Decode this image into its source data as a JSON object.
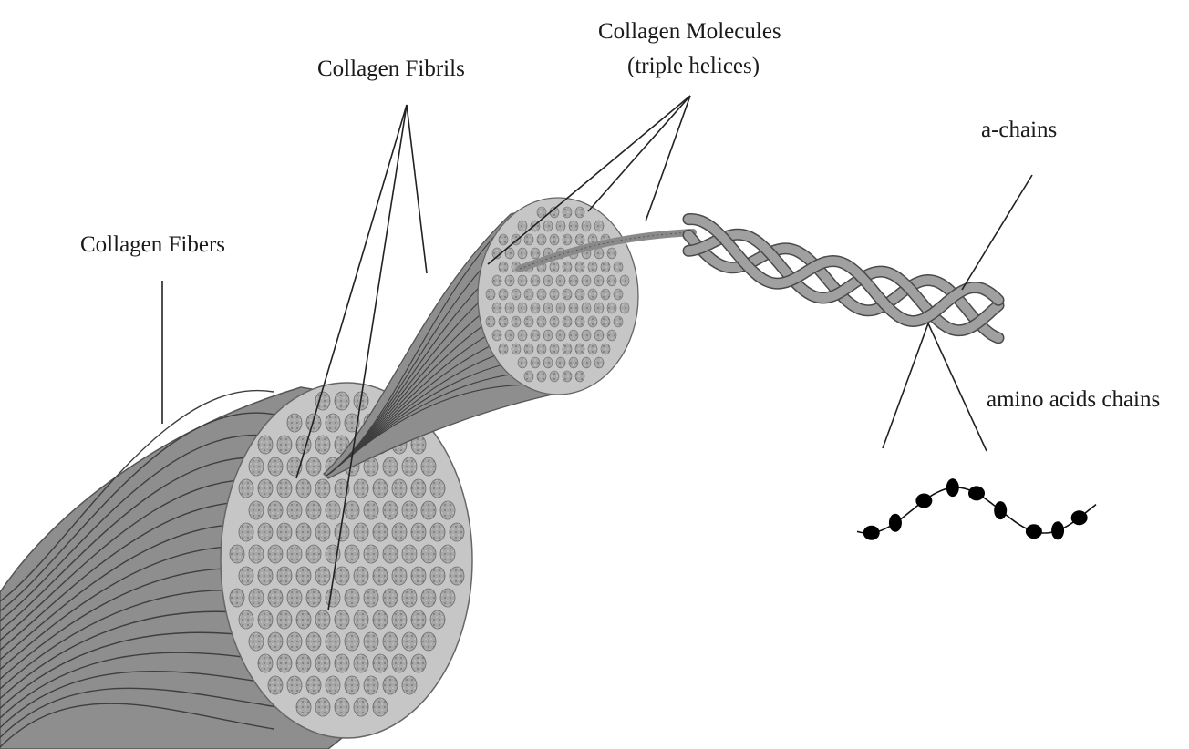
{
  "labels": {
    "collagen_fibers": "Collagen Fibers",
    "collagen_fibrils": "Collagen Fibrils",
    "collagen_molecules_line1": "Collagen Molecules",
    "collagen_molecules_line2": "(triple helices)",
    "a_chains": "a-chains",
    "amino_acids_chains": "amino acids chains"
  },
  "colors": {
    "fiber_body": "#8e8e8e",
    "fiber_face": "#c4c4c4",
    "fibril_dot": "#9a9a9a",
    "helix": "#9c9c9c",
    "amino_bead": "#000000"
  }
}
